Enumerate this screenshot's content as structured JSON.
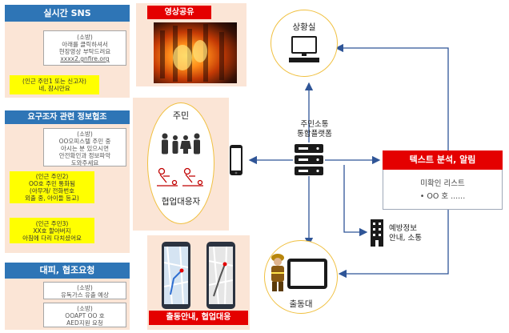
{
  "left": {
    "sns": {
      "title": "실시간 SNS",
      "msg1_lines": [
        "(소방)",
        "아래를 클릭하셔서",
        "현장영상 부탁드려요",
        "xxxx2.gnfire.org"
      ],
      "msg2_lines": [
        "(인근 주민1 또는 신고자)",
        "네, 잠시만요"
      ]
    },
    "info": {
      "title": "요구조자 관련 정보협조",
      "msg1_lines": [
        "(소방)",
        "OO오피스텔 주민 중",
        "아시는 분 있으시면",
        "안전확인과 정보파악",
        "도와주세요"
      ],
      "msg2_lines": [
        "(인근 주민2)",
        "OO호 주민 통화됨",
        "(아무개/ 전화번호",
        "외출 중, 아이들 등교)"
      ],
      "msg3_lines": [
        "(인근 주민3)",
        "XX호 할아버지",
        "아침에 다리 다치셨어요"
      ]
    },
    "evac": {
      "title": "대피, 협조요청",
      "msg1_lines": [
        "(소방)",
        "유독가스 유출 예상"
      ],
      "msg2_lines": [
        "(소방)",
        "OOAPT OO 호",
        "AED지원 요청"
      ]
    }
  },
  "video_share": {
    "label": "영상공유"
  },
  "residents": {
    "top_label": "주민",
    "bottom_label": "협업대응자"
  },
  "dispatch_guide": {
    "label": "출동안내, 협업대응"
  },
  "situation_room": {
    "label": "상황실"
  },
  "platform": {
    "label_lines": [
      "주민소통",
      "통합플랫폼"
    ]
  },
  "text_analysis": {
    "title": "텍스트 분석, 알림",
    "list_title": "미확인 리스트",
    "list_item": "•  OO 호 ......"
  },
  "prevention": {
    "label_lines": [
      "예방정보",
      "안내, 소통"
    ]
  },
  "dispatch_team": {
    "label": "출동대"
  },
  "colors": {
    "header_blue": "#2e75b6",
    "panel_peach": "#fbe5d6",
    "highlight_yellow": "#ffff00",
    "alert_red": "#e40000",
    "circle_gold": "#f0c040",
    "line_blue": "#2f5597"
  },
  "icons": [
    "monitor-icon",
    "smartphone-icon",
    "server-icon",
    "building-icon",
    "tablet-icon",
    "firefighter-icon",
    "family-icon",
    "cpr-icon",
    "fire-photo",
    "map-app-screenshot"
  ]
}
